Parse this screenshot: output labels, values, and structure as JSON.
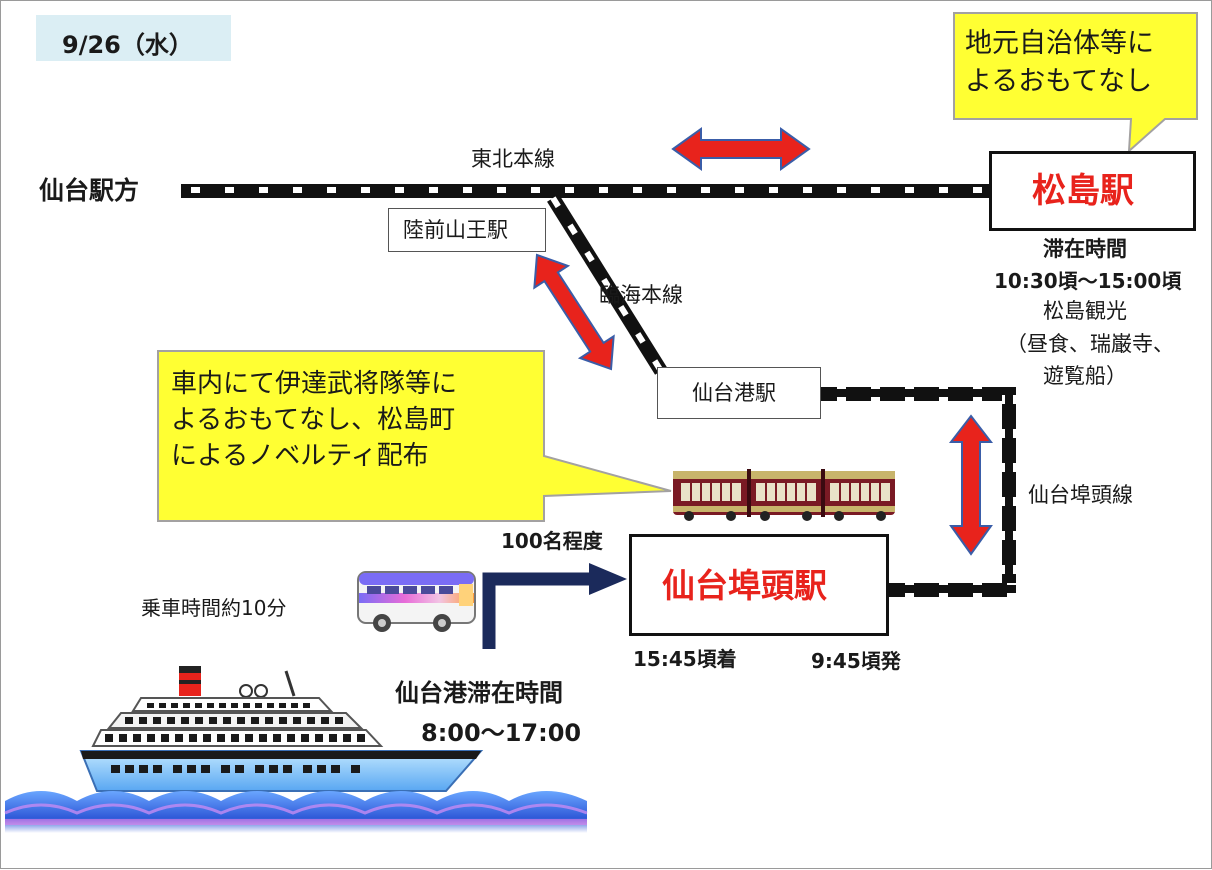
{
  "date_badge": "9/26（水）",
  "colors": {
    "track_black": "#111111",
    "track_white": "#ffffff",
    "arrow_red": "#e8231c",
    "arrow_outline": "#3a5da8",
    "callout_yellow": "#ffff33",
    "callout_border": "#a3a1a1",
    "navy_arrow": "#1b2a5b",
    "badge_blue": "#dbeef4",
    "station_red": "#e8231c"
  },
  "lines": {
    "tohoku": "東北本線",
    "rinkai": "臨海本線",
    "futo": "仙台埠頭線"
  },
  "stations": {
    "sendai_direction": "仙台駅方",
    "rikuzen_sanno": "陸前山王駅",
    "sendaiko": "仙台港駅",
    "matsushima": "松島駅",
    "sendai_futo": "仙台埠頭駅"
  },
  "matsushima_info": {
    "stay_label": "滞在時間",
    "stay_time": "10:30頃～15:00頃",
    "sightseeing": "松島観光",
    "detail_1": "（昼食、瑞巌寺、",
    "detail_2": "遊覧船）"
  },
  "callouts": {
    "local_gov": "地元自治体等に\nよるおもてなし",
    "onboard": "車内にて伊達武将隊等に\nよるおもてなし、松島町\nによるノベルティ配布"
  },
  "capacity": "100名程度",
  "bus_ride": "乗車時間約10分",
  "arrive_time": "15:45頃着",
  "depart_time": "9:45頃発",
  "port_stay": {
    "label": "仙台港滞在時間",
    "time": "8:00～17:00"
  },
  "icons": [
    "train-icon",
    "bus-icon",
    "cruise-ship-icon",
    "waves-icon"
  ]
}
